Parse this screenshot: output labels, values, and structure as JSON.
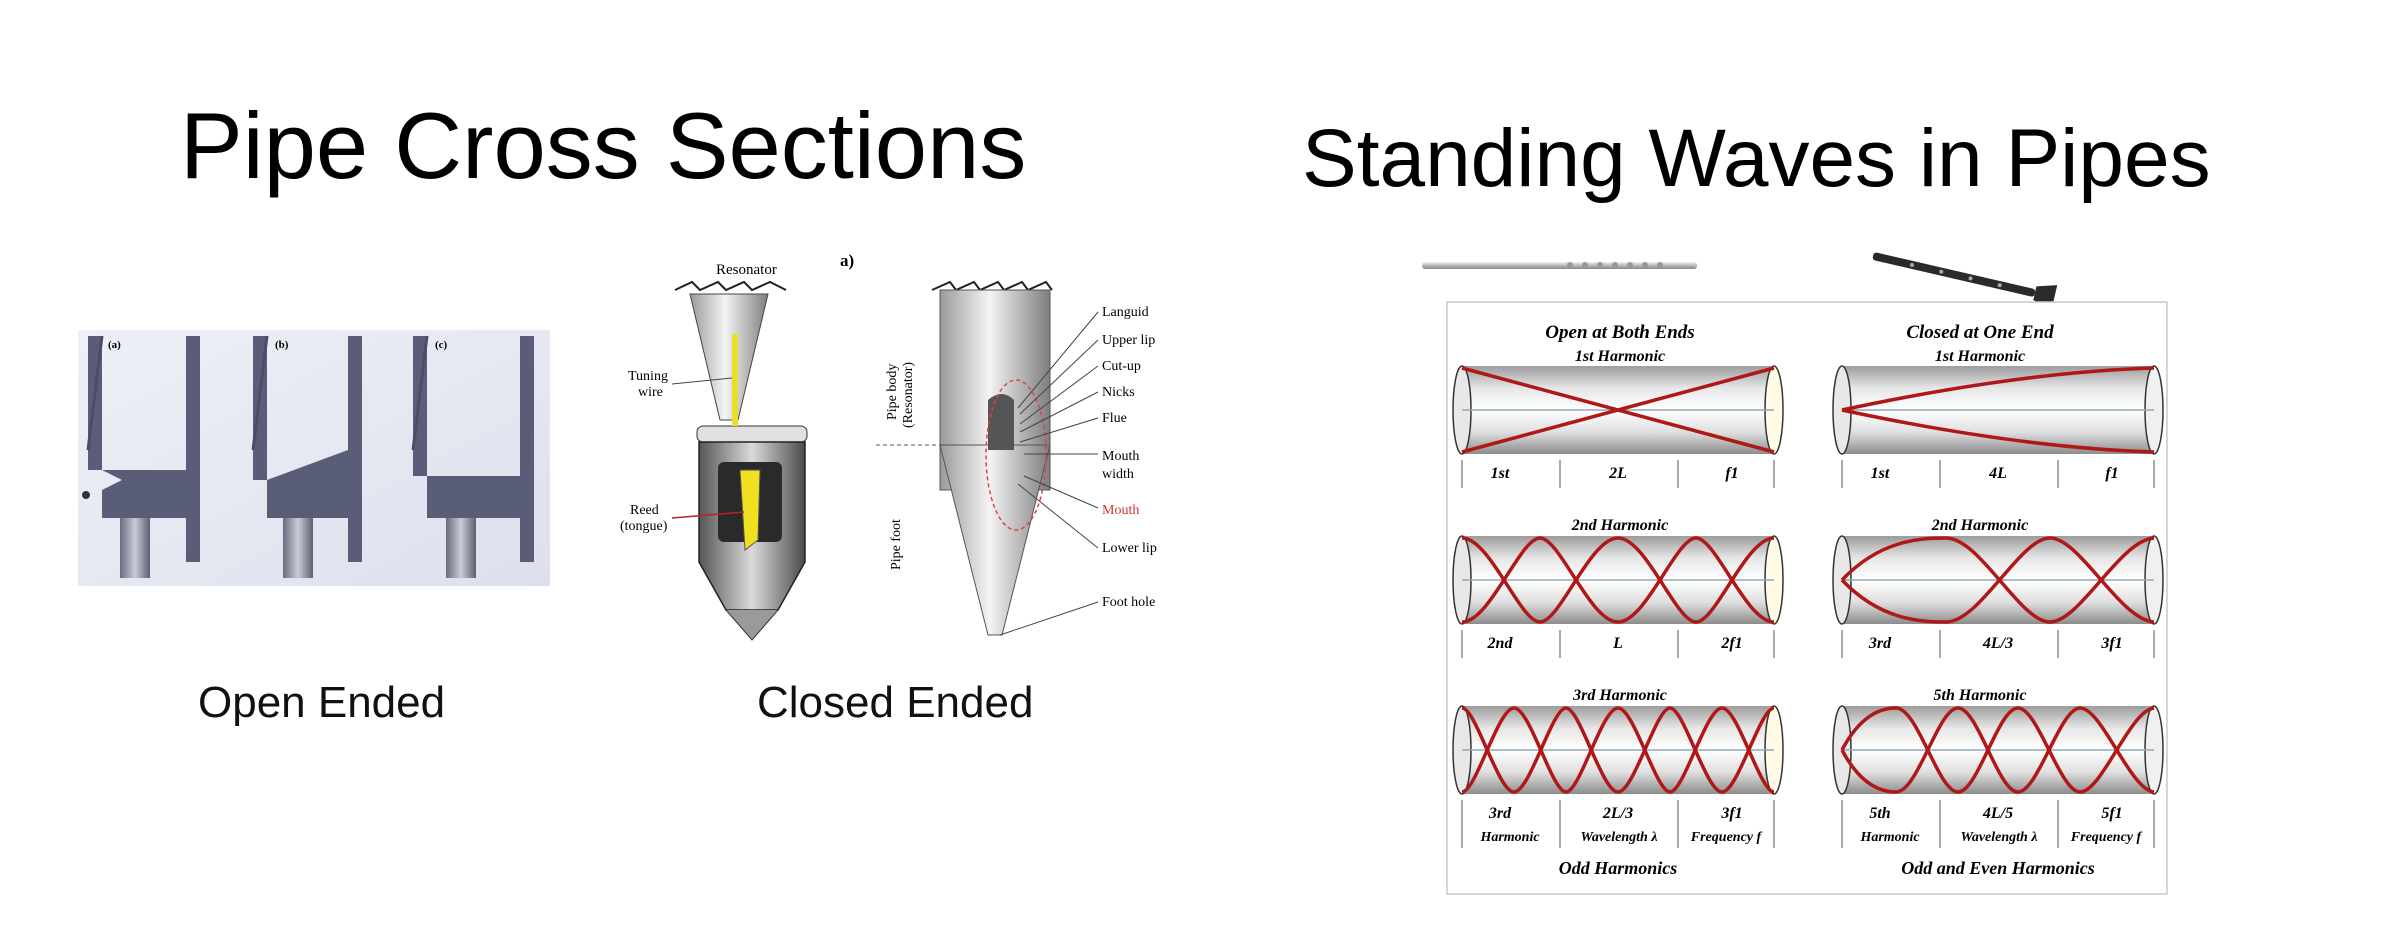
{
  "slide": {
    "left_title": "Pipe Cross Sections",
    "right_title": "Standing Waves in Pipes",
    "caption_open": "Open Ended",
    "caption_closed": "Closed Ended"
  },
  "open_diagram": {
    "labels": [
      "(a)",
      "(b)",
      "(c)"
    ]
  },
  "closed_diagram": {
    "resonator": "Resonator",
    "tuning_wire_1": "Tuning",
    "tuning_wire_2": "wire",
    "reed_1": "Reed",
    "reed_2": "(tongue)",
    "marker_a": "a)",
    "pipe_body_1": "Pipe body",
    "pipe_body_2": "(Resonator)",
    "pipe_foot": "Pipe foot",
    "parts": [
      "Languid",
      "Upper lip",
      "Cut-up",
      "Nicks",
      "Flue",
      "Mouth",
      "width",
      "Mouth",
      "Lower lip",
      "Foot hole"
    ]
  },
  "waves": {
    "left_col": {
      "title": "Open at Both Ends",
      "footer": "Odd Harmonics",
      "rows": [
        {
          "heading": "1st Harmonic",
          "order": "1st",
          "wavelength": "2L",
          "frequency": "f1"
        },
        {
          "heading": "2nd Harmonic",
          "order": "2nd",
          "wavelength": "L",
          "frequency": "2f1"
        },
        {
          "heading": "3rd Harmonic",
          "order": "3rd",
          "wavelength": "2L/3",
          "frequency": "3f1"
        }
      ],
      "legend": [
        "Harmonic",
        "Wavelength λ",
        "Frequency f"
      ]
    },
    "right_col": {
      "title": "Closed at One End",
      "footer": "Odd and Even Harmonics",
      "rows": [
        {
          "heading": "1st Harmonic",
          "order": "1st",
          "wavelength": "4L",
          "frequency": "f1"
        },
        {
          "heading": "2nd Harmonic",
          "order": "3rd",
          "wavelength": "4L/3",
          "frequency": "3f1"
        },
        {
          "heading": "5th Harmonic",
          "order": "5th",
          "wavelength": "4L/5",
          "frequency": "5f1"
        }
      ],
      "legend": [
        "Harmonic",
        "Wavelength λ",
        "Frequency f"
      ]
    },
    "colors": {
      "wave": "#b01818",
      "pipe": "#d6d6d6",
      "axis": "#8fa8b8"
    }
  }
}
